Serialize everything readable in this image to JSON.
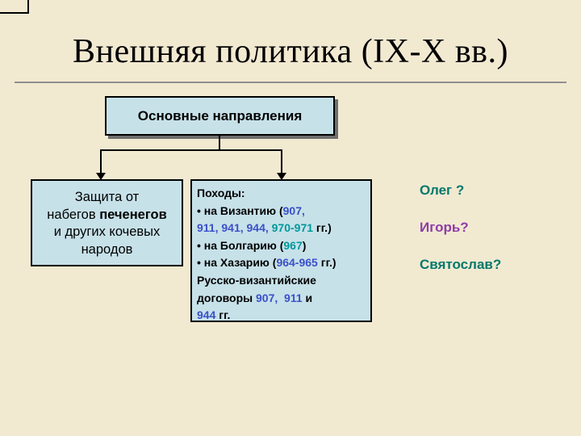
{
  "title": "Внешняя политика (IX-X вв.)",
  "main_box": {
    "label": "Основные направления"
  },
  "defense_box": {
    "lines": [
      [
        {
          "t": "Защита от"
        }
      ],
      [
        {
          "t": "набегов "
        },
        {
          "t": "печенегов",
          "b": true
        }
      ],
      [
        {
          "t": "и других кочевых"
        }
      ],
      [
        {
          "t": "народов"
        }
      ]
    ]
  },
  "campaigns_box": {
    "lines": [
      [
        {
          "t": "Походы:",
          "b": true
        }
      ],
      [
        {
          "t": "• на Византию (",
          "b": true
        },
        {
          "t": "907,",
          "b": true,
          "c": "#3A50C8"
        }
      ],
      [
        {
          "t": "911, 941, 944, ",
          "b": true,
          "c": "#3A50C8"
        },
        {
          "t": "970-971",
          "b": true,
          "c": "#00999B"
        },
        {
          "t": " гг.)",
          "b": true
        }
      ],
      [
        {
          "t": "• на Болгарию (",
          "b": true
        },
        {
          "t": "967",
          "b": true,
          "c": "#00999B"
        },
        {
          "t": ")",
          "b": true
        }
      ],
      [
        {
          "t": "• на Хазарию (",
          "b": true
        },
        {
          "t": "964-965",
          "b": true,
          "c": "#3A50C8"
        },
        {
          "t": " гг.)",
          "b": true
        }
      ],
      [
        {
          "t": "Русско-византийские",
          "b": true
        }
      ],
      [
        {
          "t": "договоры ",
          "b": true
        },
        {
          "t": "907,  911",
          "b": true,
          "c": "#3A50C8"
        },
        {
          "t": " и",
          "b": true
        }
      ],
      [
        {
          "t": "944",
          "b": true,
          "c": "#3A50C8"
        },
        {
          "t": " гг.",
          "b": true
        }
      ]
    ]
  },
  "princes": [
    {
      "label": "Олег ?",
      "color": "#00796B"
    },
    {
      "label": "Игорь?",
      "color": "#8E3DA8"
    },
    {
      "label": "Святослав?",
      "color": "#00796B"
    }
  ],
  "colors": {
    "background": "#F2E9D1",
    "box_fill": "#C7E1E9",
    "box_border": "#000000",
    "year_blue": "#3A50C8",
    "year_teal": "#00999B",
    "shadow": "#6E6E6E"
  }
}
